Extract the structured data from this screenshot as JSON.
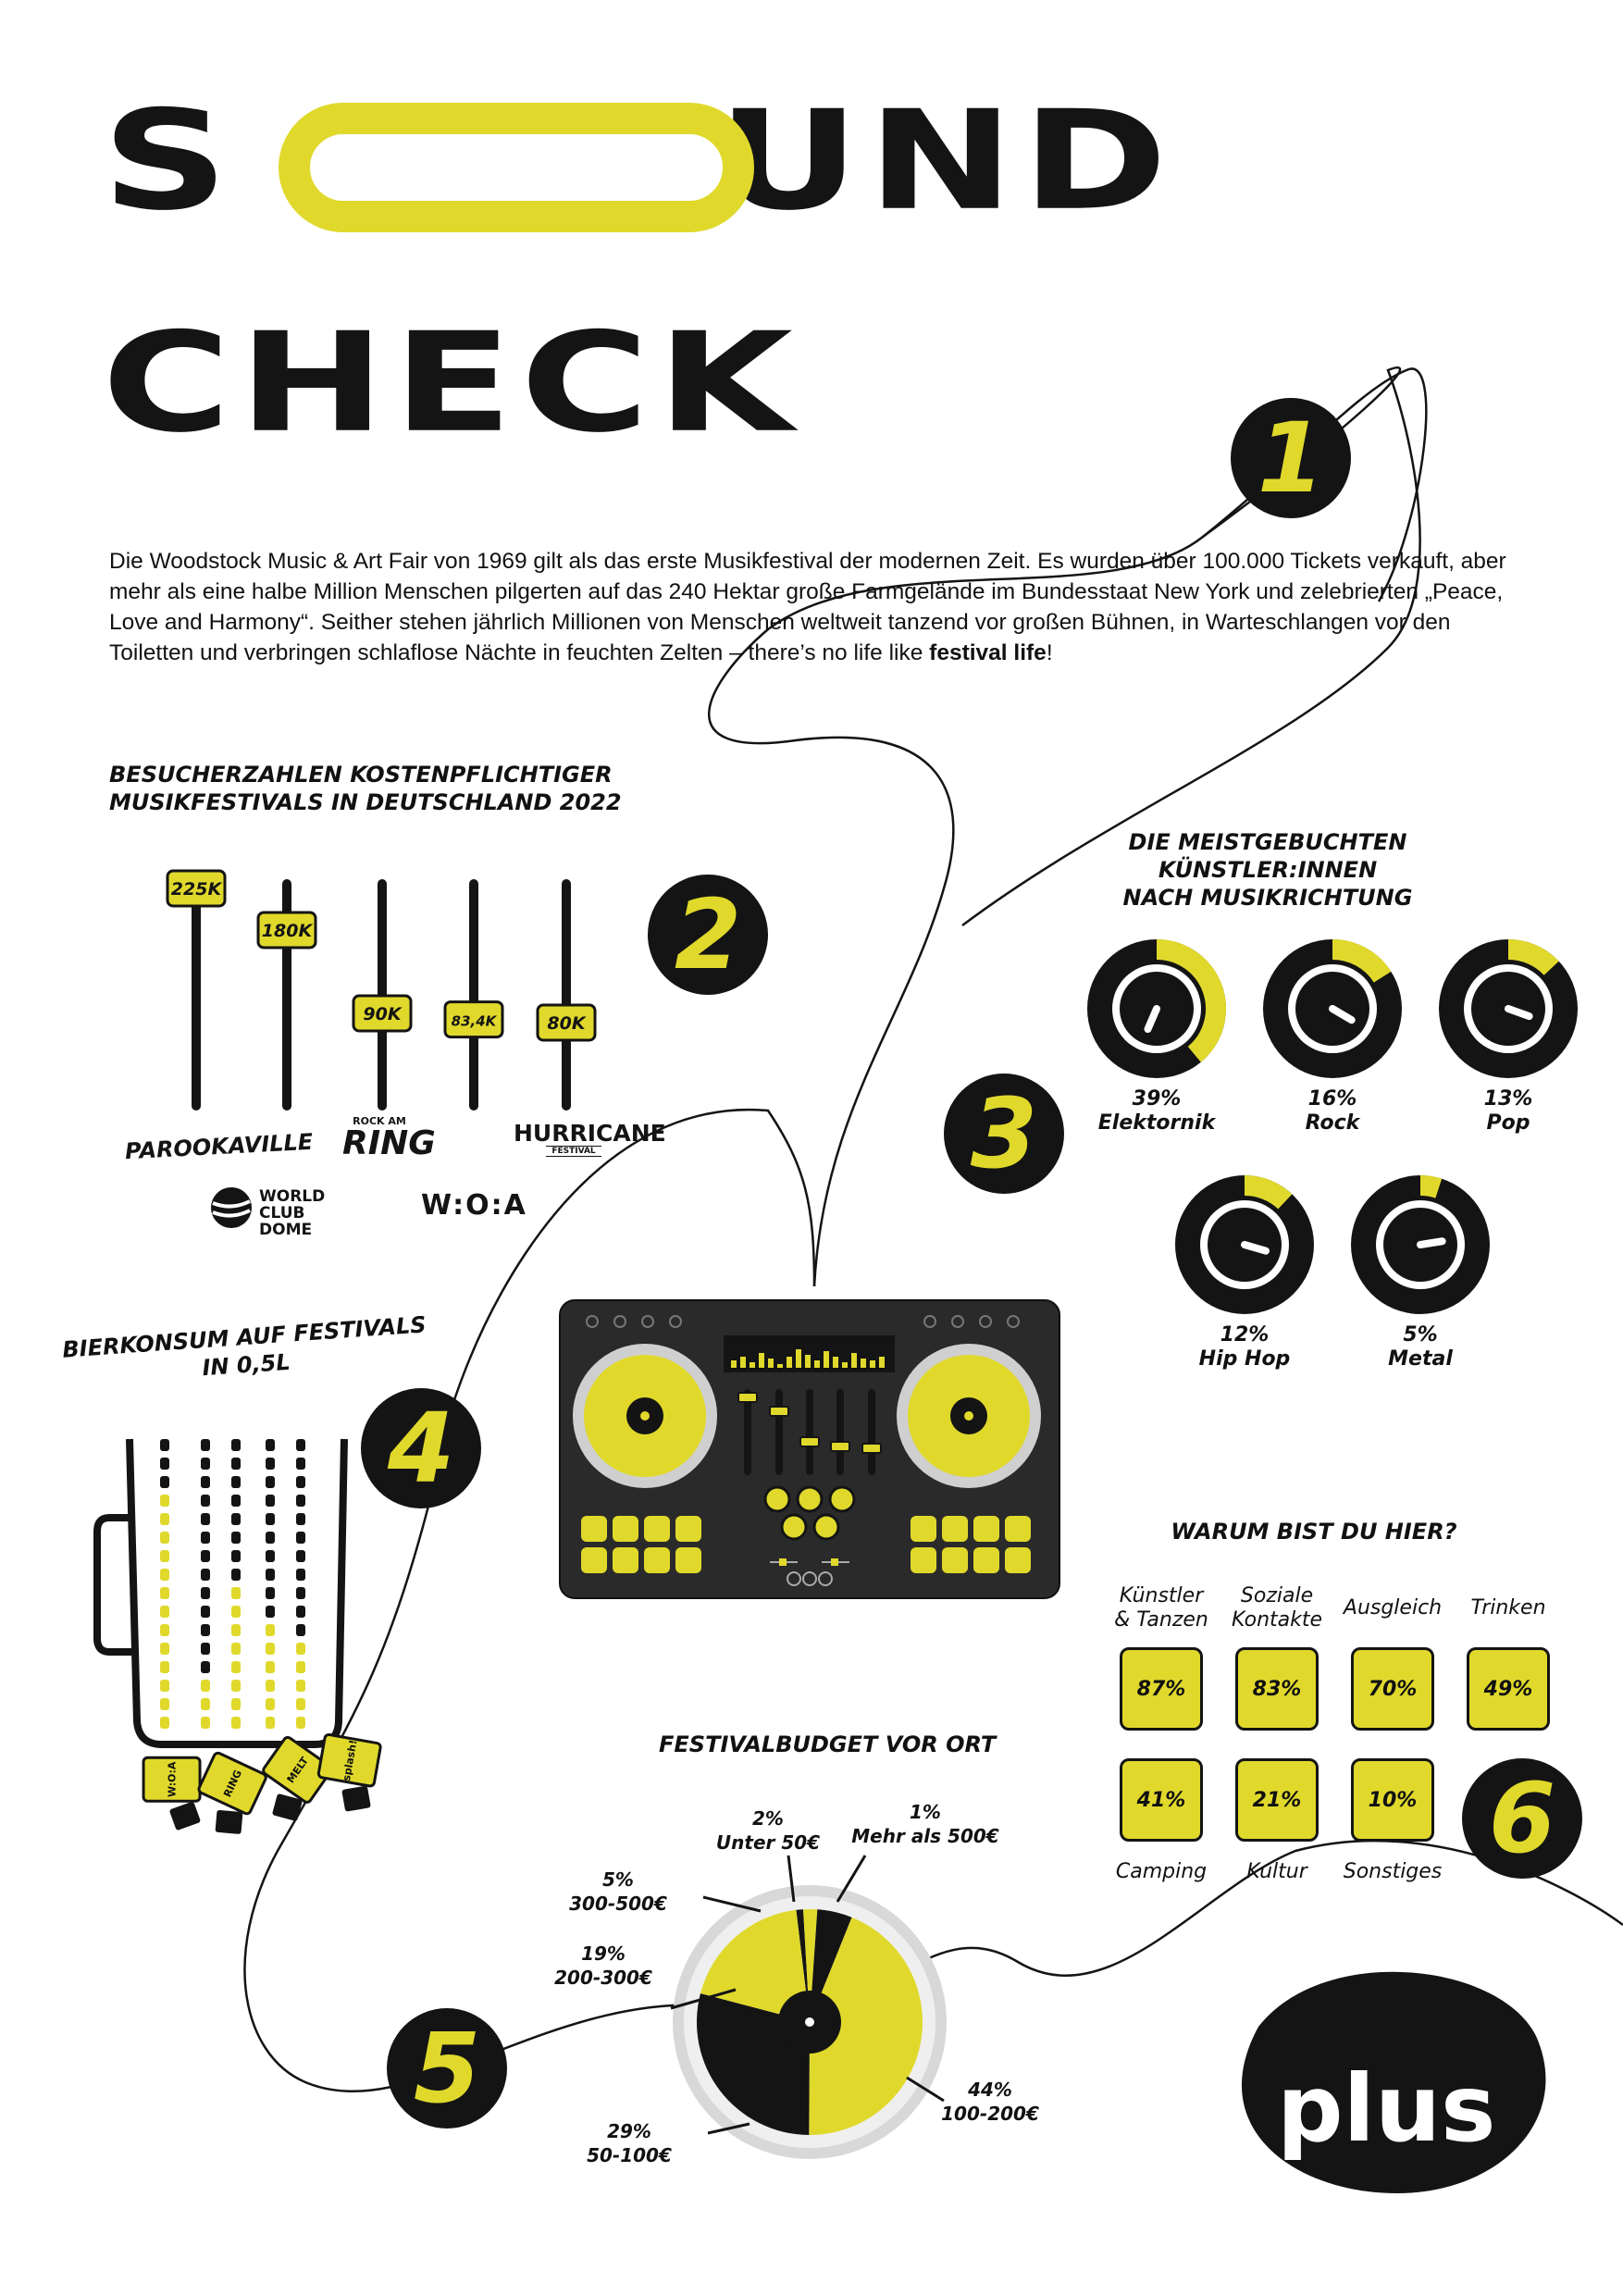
{
  "title": {
    "line1_left": "S",
    "line1_right": "UND",
    "line2": "CHECK"
  },
  "colors": {
    "accent": "#e0d92c",
    "dark": "#141414",
    "background": "#ffffff"
  },
  "intro": {
    "text": "Die Woodstock Music & Art Fair von 1969 gilt als das erste Musikfestival der modernen Zeit. Es wurden über 100.000 Tickets verkauft, aber mehr als eine halbe Million Menschen pilgerten auf das 240 Hektar große Farmgelände im Bundesstaat New York und zelebrierten „Peace, Love and Harmony“. Seither stehen jährlich Millionen von Menschen weltweit tanzend vor großen Bühnen, in Warteschlangen vor den Toiletten und verbringen schlaflose Nächte in feuchten Zelten – there’s no life like ",
    "bold": "festival life",
    "end": "!"
  },
  "section_numbers": [
    "1",
    "2",
    "3",
    "4",
    "5",
    "6"
  ],
  "visitors": {
    "title_line1": "BESUCHERZAHLEN KOSTENPFLICHTIGER",
    "title_line2": "MUSIKFESTIVALS IN DEUTSCHLAND 2022",
    "faders": [
      {
        "label": "225K",
        "value": 225
      },
      {
        "label": "180K",
        "value": 180
      },
      {
        "label": "90K",
        "value": 90
      },
      {
        "label": "83,4K",
        "value": 83.4
      },
      {
        "label": "80K",
        "value": 80
      }
    ],
    "logos": [
      "PAROOKAVILLE",
      "WORLD CLUB DOME",
      "ROCK AM RING",
      "W:O:A",
      "HURRICANE"
    ],
    "logo_sub": {
      "rock_top": "ROCK AM",
      "rock_main": "RING",
      "hurricane_sub": "FESTIVAL",
      "wcd_1": "WORLD",
      "wcd_2": "CLUB DOME"
    }
  },
  "artists": {
    "title_line1": "DIE MEISTGEBUCHTEN KÜNSTLER:INNEN",
    "title_line2": "NACH MUSIKRICHTUNG",
    "knobs": [
      {
        "pct": "39%",
        "genre": "Elektornik",
        "value": 39
      },
      {
        "pct": "16%",
        "genre": "Rock",
        "value": 16
      },
      {
        "pct": "13%",
        "genre": "Pop",
        "value": 13
      },
      {
        "pct": "12%",
        "genre": "Hip Hop",
        "value": 12
      },
      {
        "pct": "5%",
        "genre": "Metal",
        "value": 5
      }
    ]
  },
  "beer": {
    "title_line1": "BIERKONSUM AUF FESTIVALS",
    "title_line2": "IN 0,5L",
    "sticks": [
      "W:O:A",
      "RING",
      "MELT",
      "splash!"
    ]
  },
  "budget": {
    "title": "FESTIVALBUDGET VOR ORT",
    "slices": [
      {
        "pct": "44%",
        "range": "100-200€",
        "value": 44
      },
      {
        "pct": "29%",
        "range": "50-100€",
        "value": 29
      },
      {
        "pct": "19%",
        "range": "200-300€",
        "value": 19
      },
      {
        "pct": "5%",
        "range": "300-500€",
        "value": 5
      },
      {
        "pct": "2%",
        "range": "Unter 50€",
        "value": 2
      },
      {
        "pct": "1%",
        "range": "Mehr als 500€",
        "value": 1
      }
    ]
  },
  "reasons": {
    "title": "WARUM BIST DU HIER?",
    "top_labels": [
      [
        "Künstler",
        "& Tanzen"
      ],
      [
        "Soziale",
        "Kontakte"
      ],
      [
        "Ausgleich"
      ],
      [
        "Trinken"
      ]
    ],
    "top_values": [
      "87%",
      "83%",
      "70%",
      "49%"
    ],
    "bottom_values": [
      "41%",
      "21%",
      "10%"
    ],
    "bottom_labels": [
      "Camping",
      "Kultur",
      "Sonstiges"
    ]
  },
  "brand": "plus"
}
